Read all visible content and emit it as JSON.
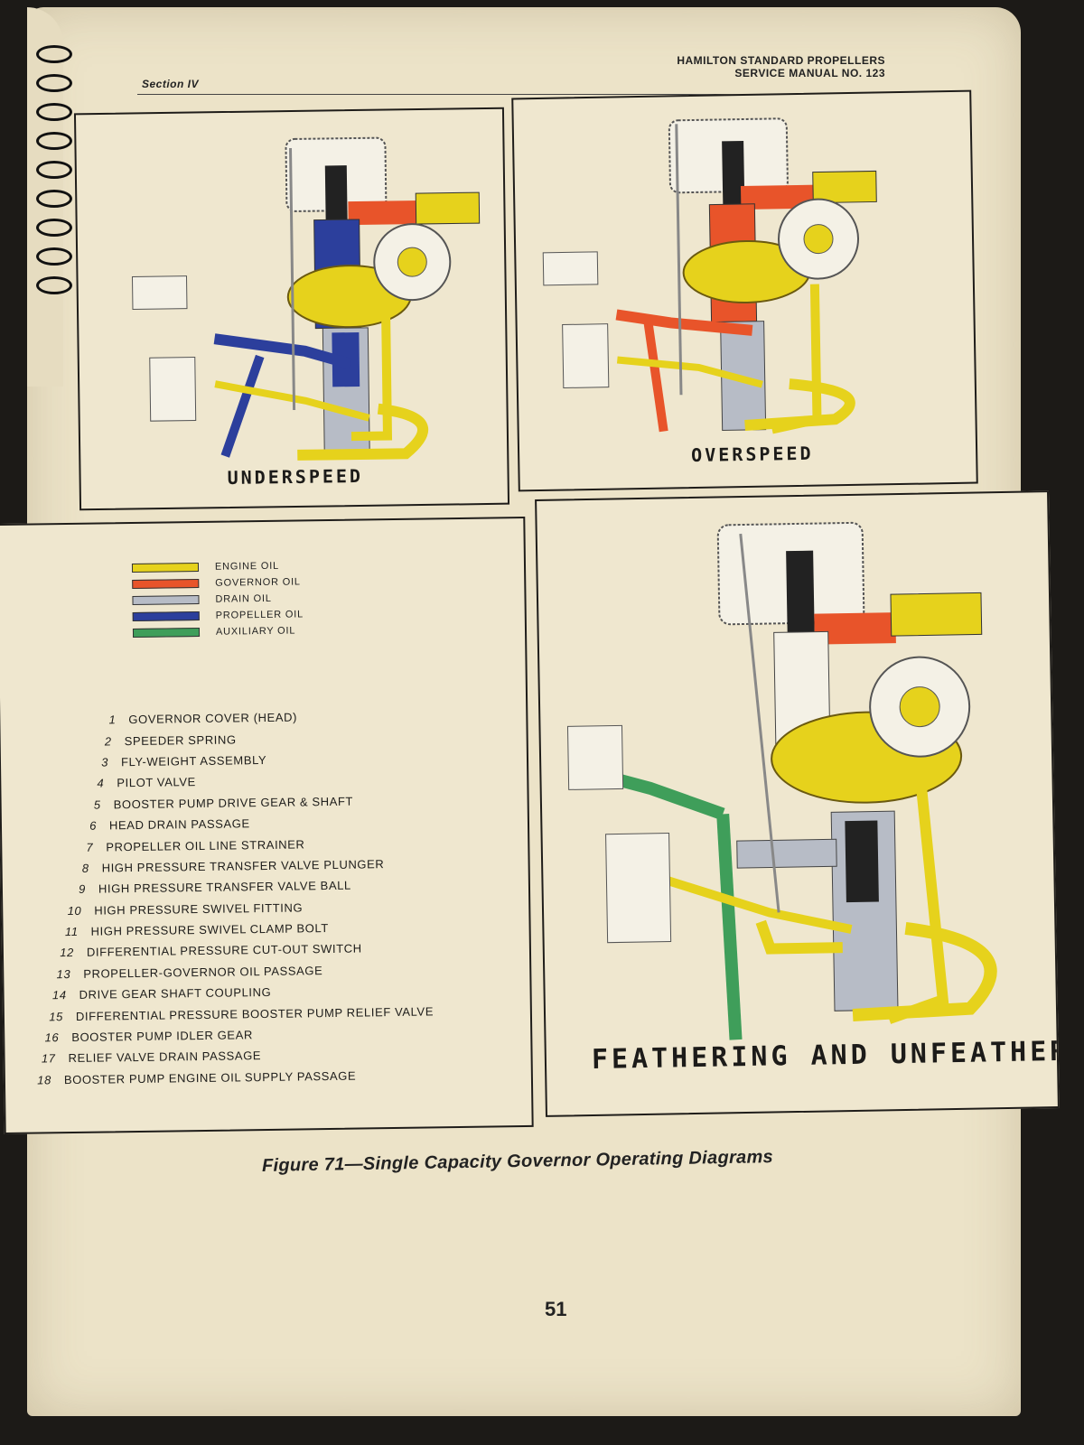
{
  "header": {
    "section": "Section IV",
    "title_line1": "HAMILTON STANDARD PROPELLERS",
    "title_line2": "SERVICE MANUAL NO. 123"
  },
  "panels": {
    "underspeed": "UNDERSPEED",
    "overspeed": "OVERSPEED",
    "feathering": "FEATHERING AND UNFEATHERI"
  },
  "legend": [
    {
      "label": "ENGINE OIL",
      "color": "#e6d21c"
    },
    {
      "label": "GOVERNOR OIL",
      "color": "#e8542a"
    },
    {
      "label": "DRAIN OIL",
      "color": "#b7bcc6"
    },
    {
      "label": "PROPELLER OIL",
      "color": "#2c3f9c"
    },
    {
      "label": "AUXILIARY OIL",
      "color": "#3f9e5a"
    }
  ],
  "parts": [
    {
      "num": "1",
      "name": "GOVERNOR COVER (HEAD)"
    },
    {
      "num": "2",
      "name": "SPEEDER SPRING"
    },
    {
      "num": "3",
      "name": "FLY-WEIGHT ASSEMBLY"
    },
    {
      "num": "4",
      "name": "PILOT VALVE"
    },
    {
      "num": "5",
      "name": "BOOSTER PUMP DRIVE GEAR & SHAFT"
    },
    {
      "num": "6",
      "name": "HEAD DRAIN PASSAGE"
    },
    {
      "num": "7",
      "name": "PROPELLER OIL LINE STRAINER"
    },
    {
      "num": "8",
      "name": "HIGH PRESSURE TRANSFER VALVE PLUNGER"
    },
    {
      "num": "9",
      "name": "HIGH PRESSURE TRANSFER VALVE BALL"
    },
    {
      "num": "10",
      "name": "HIGH PRESSURE SWIVEL FITTING"
    },
    {
      "num": "11",
      "name": "HIGH PRESSURE SWIVEL CLAMP BOLT"
    },
    {
      "num": "12",
      "name": "DIFFERENTIAL PRESSURE CUT-OUT SWITCH"
    },
    {
      "num": "13",
      "name": "PROPELLER-GOVERNOR OIL PASSAGE"
    },
    {
      "num": "14",
      "name": "DRIVE GEAR SHAFT COUPLING"
    },
    {
      "num": "15",
      "name": "DIFFERENTIAL PRESSURE BOOSTER PUMP RELIEF VALVE"
    },
    {
      "num": "16",
      "name": "BOOSTER PUMP IDLER GEAR"
    },
    {
      "num": "17",
      "name": "RELIEF VALVE DRAIN PASSAGE"
    },
    {
      "num": "18",
      "name": "BOOSTER PUMP ENGINE OIL SUPPLY PASSAGE"
    }
  ],
  "caption": "Figure 71—Single Capacity Governor Operating Diagrams",
  "page_number": "51"
}
